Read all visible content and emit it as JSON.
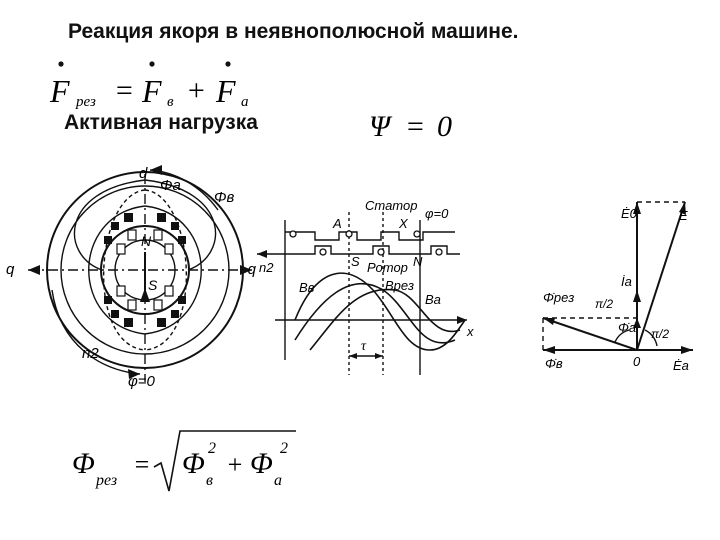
{
  "slide": {
    "title": "Реакция якоря в неявнополюсной машине.",
    "subtitle": "Активная нагрузка"
  },
  "formula_mmf": {
    "lhs_symbol": "F",
    "lhs_sub": "рез",
    "eq": "=",
    "term1_symbol": "F",
    "term1_sub": "в",
    "plus": "+",
    "term2_symbol": "F",
    "term2_sub": "а"
  },
  "formula_psi": {
    "symbol": "Ψ",
    "eq": "=",
    "value": "0"
  },
  "formula_flux": {
    "lhs_symbol": "Φ",
    "lhs_sub": "рез",
    "eq": "=",
    "term1_symbol": "Φ",
    "term1_sub": "в",
    "exp1": "2",
    "plus": "+",
    "term2_symbol": "Φ",
    "term2_sub": "а",
    "exp2": "2"
  },
  "fig_machine": {
    "d_label": "d",
    "phi_a_label": "Φa",
    "phi_v_label": "Φв",
    "q_left": "q",
    "q_right": "q",
    "n_label": "N",
    "s_label": "S",
    "n2_label": "n2",
    "psi_label": "φ=0"
  },
  "fig_waves": {
    "stator_label": "Статор",
    "rotor_label": "Ротор",
    "psi_label": "φ=0",
    "a_label": "A",
    "x_label": "X",
    "s_label": "S",
    "n_label": "N",
    "n2_label": "n2",
    "bv_label": "Bв",
    "brez_label": "Bрез",
    "ba_label": "Ba",
    "tau_label": "τ",
    "axis_x_label": "x"
  },
  "fig_phasor": {
    "e0_label": "Ė0",
    "e_label": "Ė",
    "ia_label": "İa",
    "phi_rez_label": "Φ̇рез",
    "phi_a_label": "Φ̇a",
    "phi_v_label": "Φ̇в",
    "pi2_label_1": "π/2",
    "pi2_label_2": "π/2",
    "origin_label": "0",
    "ea_label": "Ėa"
  }
}
